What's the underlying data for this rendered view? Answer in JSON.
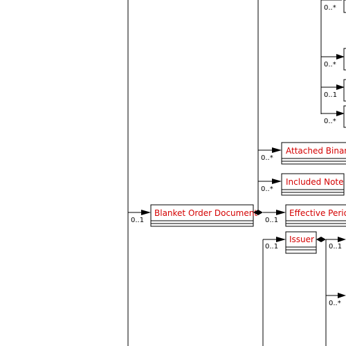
{
  "classes": {
    "blanket_order_document": "Blanket Order Document",
    "attached_binary": "Attached Binary",
    "included_note": "Included Note",
    "effective_period": "Effective Period",
    "issuer": "Issuer"
  },
  "multiplicities": {
    "top_right_1": "0..*",
    "top_right_2": "0..*",
    "top_right_3": "0..1",
    "top_right_4": "0..*",
    "attached_binary": "0..*",
    "included_note": "0..*",
    "blanket_order": "0..1",
    "effective_period": "0..1",
    "issuer": "0..1",
    "issuer_child_1": "0..1",
    "issuer_child_2": "0..*"
  },
  "colors": {
    "line": "#000000",
    "class_name": "#d40000",
    "box_fill": "#ffffff"
  }
}
